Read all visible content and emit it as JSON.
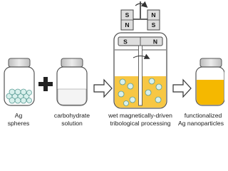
{
  "labels": {
    "ag_spheres": [
      "Ag",
      "spheres"
    ],
    "carbohydrate_solution": [
      "carbohydrate",
      "solution"
    ],
    "process": [
      "wet magnetically-driven",
      "tribological processing"
    ],
    "product": [
      "functionalized",
      "Ag nanoparticles"
    ]
  },
  "magnets": {
    "left_top": "S",
    "left_bottom": "N",
    "right_top": "N",
    "right_bottom": "S",
    "bar_left": "S",
    "bar_right": "N"
  },
  "symbols": {
    "plus": "plus-sign",
    "arrow": "right-arrow-icon",
    "rotation": "rotation-arrow-icon"
  },
  "colors": {
    "outline": "#555555",
    "cap": "#d9d9d9",
    "liquid": "#f7c744",
    "product_liquid": "#f5b800",
    "spheres": "#d8f0ec",
    "magnet_fill": "#dedede"
  }
}
